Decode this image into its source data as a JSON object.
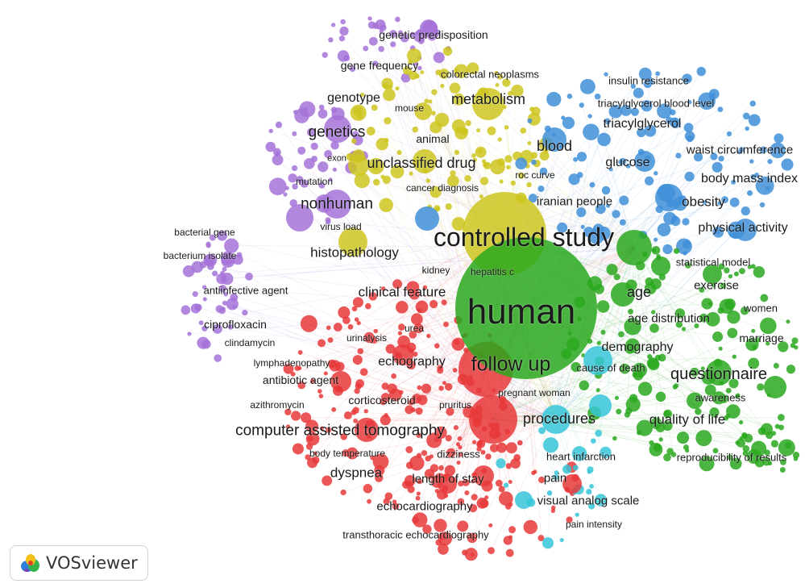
{
  "app": {
    "logo_label": "VOSviewer"
  },
  "colors": {
    "green": "#2aa81f",
    "red": "#e8383a",
    "blue": "#3f8fd8",
    "yellow": "#cdc61e",
    "purple": "#a572d8",
    "cyan": "#36c6d8"
  },
  "labels": [
    {
      "t": "genetic predisposition",
      "c": "purple"
    },
    {
      "t": "gene frequency",
      "c": "purple"
    },
    {
      "t": "colorectal neoplasms",
      "c": "yellow"
    },
    {
      "t": "insulin resistance",
      "c": "blue"
    },
    {
      "t": "genotype",
      "c": "purple"
    },
    {
      "t": "mouse",
      "c": "yellow"
    },
    {
      "t": "metabolism",
      "c": "yellow"
    },
    {
      "t": "triacylglycerol blood level",
      "c": "blue"
    },
    {
      "t": "triacylglycerol",
      "c": "blue"
    },
    {
      "t": "genetics",
      "c": "purple"
    },
    {
      "t": "animal",
      "c": "yellow"
    },
    {
      "t": "blood",
      "c": "blue"
    },
    {
      "t": "waist circumference",
      "c": "blue"
    },
    {
      "t": "exon",
      "c": "purple"
    },
    {
      "t": "unclassified drug",
      "c": "yellow"
    },
    {
      "t": "glucose",
      "c": "blue"
    },
    {
      "t": "mutation",
      "c": "purple"
    },
    {
      "t": "roc curve",
      "c": "yellow"
    },
    {
      "t": "body mass index",
      "c": "blue"
    },
    {
      "t": "cancer diagnosis",
      "c": "yellow"
    },
    {
      "t": "nonhuman",
      "c": "purple"
    },
    {
      "t": "iranian people",
      "c": "blue"
    },
    {
      "t": "obesity",
      "c": "blue"
    },
    {
      "t": "virus load",
      "c": "yellow"
    },
    {
      "t": "bacterial gene",
      "c": "purple"
    },
    {
      "t": "physical activity",
      "c": "blue"
    },
    {
      "t": "controlled study",
      "c": "green"
    },
    {
      "t": "bacterium isolate",
      "c": "purple"
    },
    {
      "t": "histopathology",
      "c": "yellow"
    },
    {
      "t": "statistical model",
      "c": "green"
    },
    {
      "t": "kidney",
      "c": "yellow"
    },
    {
      "t": "hepatitis c",
      "c": "yellow"
    },
    {
      "t": "exercise",
      "c": "green"
    },
    {
      "t": "antiinfective agent",
      "c": "purple"
    },
    {
      "t": "clinical feature",
      "c": "red"
    },
    {
      "t": "age",
      "c": "green"
    },
    {
      "t": "women",
      "c": "green"
    },
    {
      "t": "human",
      "c": "green"
    },
    {
      "t": "age distribution",
      "c": "green"
    },
    {
      "t": "ciprofloxacin",
      "c": "purple"
    },
    {
      "t": "urea",
      "c": "red"
    },
    {
      "t": "marriage",
      "c": "green"
    },
    {
      "t": "urinalysis",
      "c": "red"
    },
    {
      "t": "clindamycin",
      "c": "purple"
    },
    {
      "t": "demography",
      "c": "green"
    },
    {
      "t": "echography",
      "c": "red"
    },
    {
      "t": "lymphadenopathy",
      "c": "purple"
    },
    {
      "t": "follow up",
      "c": "red"
    },
    {
      "t": "cause of death",
      "c": "cyan"
    },
    {
      "t": "questionnaire",
      "c": "green"
    },
    {
      "t": "antibiotic agent",
      "c": "purple"
    },
    {
      "t": "pregnant woman",
      "c": "red"
    },
    {
      "t": "awareness",
      "c": "green"
    },
    {
      "t": "azithromycin",
      "c": "purple"
    },
    {
      "t": "corticosteroid",
      "c": "red"
    },
    {
      "t": "pruritus",
      "c": "red"
    },
    {
      "t": "procedures",
      "c": "cyan"
    },
    {
      "t": "quality of life",
      "c": "green"
    },
    {
      "t": "computer assisted tomography",
      "c": "red"
    },
    {
      "t": "body temperature",
      "c": "red"
    },
    {
      "t": "dizziness",
      "c": "red"
    },
    {
      "t": "heart infarction",
      "c": "red"
    },
    {
      "t": "reproducibility of results",
      "c": "green"
    },
    {
      "t": "dyspnea",
      "c": "red"
    },
    {
      "t": "length of stay",
      "c": "red"
    },
    {
      "t": "pain",
      "c": "red"
    },
    {
      "t": "visual analog scale",
      "c": "cyan"
    },
    {
      "t": "echocardiography",
      "c": "red"
    },
    {
      "t": "pain intensity",
      "c": "cyan"
    },
    {
      "t": "transthoracic echocardiography",
      "c": "red"
    }
  ]
}
